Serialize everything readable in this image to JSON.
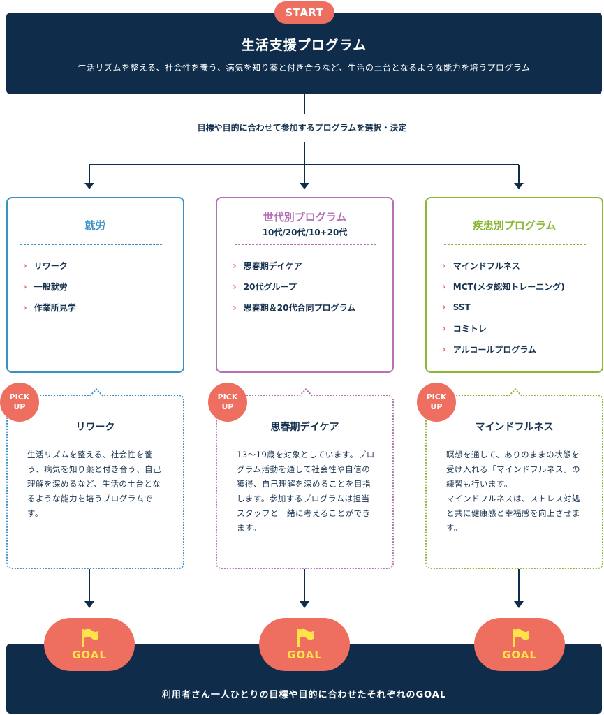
{
  "start": {
    "label": "START"
  },
  "top": {
    "title": "生活支援プログラム",
    "description": "生活リズムを整える、社会性を養う、病気を知り薬と付き合うなど、生活の土台となるような能力を培うプログラム"
  },
  "select_text": "目標や目的に合わせて参加するプログラムを選択・決定",
  "columns": [
    {
      "title": "就労",
      "subtitle": "",
      "items": [
        "リワーク",
        "一般就労",
        "作業所見学"
      ],
      "pick": {
        "badge_line1": "PICK",
        "badge_line2": "UP",
        "title": "リワーク",
        "body": "生活リズムを整える、社会性を養う、病気を知り薬と付き合う、自己理解を深めるなど、生活の土台となるような能力を培うプログラムです。"
      },
      "goal": "GOAL"
    },
    {
      "title": "世代別プログラム",
      "subtitle": "10代/20代/10+20代",
      "items": [
        "思春期デイケア",
        "20代グループ",
        "思春期＆20代合同プログラム"
      ],
      "pick": {
        "badge_line1": "PICK",
        "badge_line2": "UP",
        "title": "思春期デイケア",
        "body": "13〜19歳を対象としています。プログラム活動を通して社会性や自信の獲得、自己理解を深めることを目指します。参加するプログラムは担当スタッフと一緒に考えることができます。"
      },
      "goal": "GOAL"
    },
    {
      "title": "疾患別プログラム",
      "subtitle": "",
      "items": [
        "マインドフルネス",
        "MCT(メタ認知トレーニング)",
        "SST",
        "コミトレ",
        "アルコールプログラム"
      ],
      "pick": {
        "badge_line1": "PICK",
        "badge_line2": "UP",
        "title": "マインドフルネス",
        "body": "瞑想を通して、ありのままの状態を受け入れる「マインドフルネス」の練習も行います。\nマインドフルネスは、ストレス対処と共に健康感と幸福感を向上させます。"
      },
      "goal": "GOAL"
    }
  ],
  "bottom": {
    "text": "利用者さん一人ひとりの目標や目的に合わせたそれぞれのGOAL"
  },
  "colors": {
    "navy": "#0f2d4a",
    "coral": "#ee6e5f",
    "col1": "#3a8fc7",
    "col2": "#b471b6",
    "col3": "#8cb735",
    "flag": "#ffe34a"
  },
  "icons": {
    "flag": "flag-icon",
    "chevron": "chevron-right-icon",
    "arrow": "arrow-down-icon"
  }
}
